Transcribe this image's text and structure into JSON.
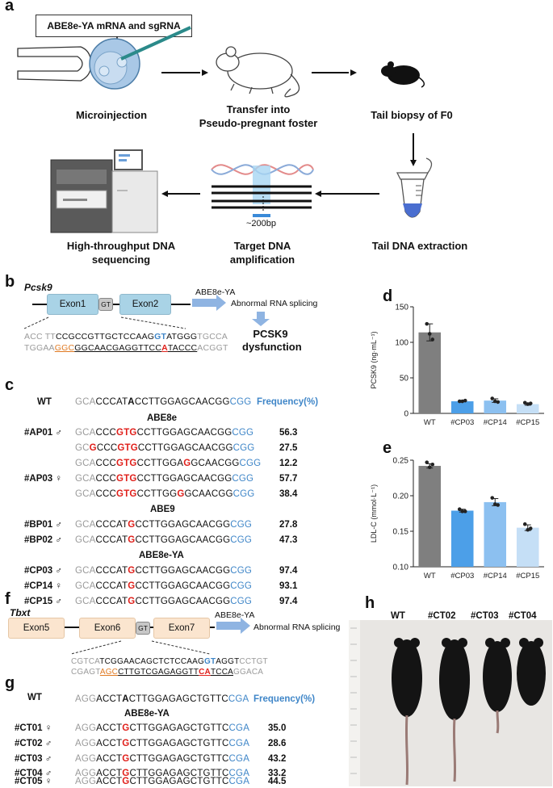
{
  "panel_letters": {
    "a": "a",
    "b": "b",
    "c": "c",
    "d": "d",
    "e": "e",
    "f": "f",
    "g": "g",
    "h": "h"
  },
  "panel_a": {
    "injected_label": "ABE8e-YA mRNA and sgRNA",
    "steps": {
      "microinjection": "Microinjection",
      "transfer": "Transfer into\nPseudo-pregnant foster",
      "tail_biopsy": "Tail biopsy of F0",
      "tail_dna": "Tail DNA extraction",
      "amplification": "Target DNA\namplification",
      "sequencing": "High-throughput DNA\nsequencing"
    },
    "amplicon_size": "~200bp"
  },
  "panel_b": {
    "gene": "Pcsk9",
    "exon1": "Exon1",
    "exon2": "Exon2",
    "gt": "GT",
    "editor": "ABE8e-YA",
    "effect": "Abnormal RNA splicing",
    "outcome": "PCSK9\ndysfunction",
    "top_strand": [
      "ACC TT",
      "CCGCCGTTGCTCCAAG",
      "GT",
      "ATGGG",
      "TGCCA"
    ],
    "bottom_strand": [
      "TGGAA",
      "GGC",
      "GGCAACGAGGTTCC",
      "A",
      "TACCC",
      "ACGGT"
    ]
  },
  "panel_c": {
    "wt_label": "WT",
    "wt_seq": [
      "GCA",
      "CCCAT",
      "A",
      "CCTTGGAGCAACGG",
      "CGG"
    ],
    "frequency_header": "Frequency(%)",
    "groups": [
      {
        "editor": "ABE8e",
        "rows": [
          {
            "id": "#AP01 ♂",
            "seq": [
              "GCA",
              "CCC",
              "GTG",
              "CCTTGGAGCAACGG",
              "",
              "CGG"
            ],
            "freq": "56.3"
          },
          {
            "id": "",
            "seq": [
              "GC",
              "G",
              "CCC",
              "GTG",
              "CCTTGGAGCAACGG",
              "CGG"
            ],
            "freq": "27.5"
          },
          {
            "id": "",
            "seq": [
              "GCA",
              "CCC",
              "GTG",
              "CCTTGGA",
              "G",
              "GCAACGG",
              "CGG"
            ],
            "freq": "12.2"
          },
          {
            "id": "#AP03 ♀",
            "seq": [
              "GCA",
              "CCC",
              "GTG",
              "CCTTGGAGCAACGG",
              "",
              "CGG"
            ],
            "freq": "57.7"
          },
          {
            "id": "",
            "seq": [
              "GCA",
              "CCC",
              "GTG",
              "CCTTGG",
              "G",
              "GCAACGG",
              "CGG"
            ],
            "freq": "38.4"
          }
        ]
      },
      {
        "editor": "ABE9",
        "rows": [
          {
            "id": "#BP01 ♂",
            "seq": [
              "GCA",
              "CCCAT",
              "G",
              "CCTTGGAGCAACGG",
              "CGG"
            ],
            "freq": "27.8"
          },
          {
            "id": "#BP02 ♂",
            "seq": [
              "GCA",
              "CCCAT",
              "G",
              "CCTTGGAGCAACGG",
              "CGG"
            ],
            "freq": "47.3"
          }
        ]
      },
      {
        "editor": "ABE8e-YA",
        "rows": [
          {
            "id": "#CP03 ♂",
            "seq": [
              "GCA",
              "CCCAT",
              "G",
              "CCTTGGAGCAACGG",
              "CGG"
            ],
            "freq": "97.4"
          },
          {
            "id": "#CP14 ♀",
            "seq": [
              "GCA",
              "CCCAT",
              "G",
              "CCTTGGAGCAACGG",
              "CGG"
            ],
            "freq": "93.1"
          },
          {
            "id": "#CP15 ♂",
            "seq": [
              "GCA",
              "CCCAT",
              "G",
              "CCTTGGAGCAACGG",
              "CGG"
            ],
            "freq": "97.4"
          }
        ]
      }
    ]
  },
  "panel_f": {
    "gene": "Tbxt",
    "exon5": "Exon5",
    "exon6": "Exon6",
    "exon7": "Exon7",
    "gt": "GT",
    "editor": "ABE8e-YA",
    "effect": "Abnormal RNA splicing",
    "top_strand": [
      "CGTCA",
      "TCGGAACAGCTCTCCAAG",
      "GT",
      "AGGT",
      "CCTGT"
    ],
    "bottom_strand": [
      "CGAGT",
      "AGC",
      "CTTGTCGAGAGGTT",
      "CA",
      "TCCA",
      "GGACA"
    ]
  },
  "panel_g": {
    "wt_label": "WT",
    "wt_seq": [
      "AGG",
      "ACCT",
      "A",
      "CTTGGAGAGCTGTTC",
      "CGA"
    ],
    "frequency_header": "Frequency(%)",
    "editor": "ABE8e-YA",
    "rows": [
      {
        "id": "#CT01 ♀",
        "seq": [
          "AGG",
          "ACCT",
          "G",
          "CTTGGAGAGCTGTTC",
          "CGA"
        ],
        "freq": "35.0"
      },
      {
        "id": "#CT02 ♂",
        "seq": [
          "AGG",
          "ACCT",
          "G",
          "CTTGGAGAGCTGTTC",
          "CGA"
        ],
        "freq": "28.6"
      },
      {
        "id": "#CT03 ♂",
        "seq": [
          "AGG",
          "ACCT",
          "G",
          "CTTGGAGAGCTGTTC",
          "CGA"
        ],
        "freq": "43.2"
      },
      {
        "id": "#CT04 ♂",
        "seq": [
          "AGG",
          "ACCT",
          "G",
          "CTTGGAGAGCTGTTC",
          "CGA"
        ],
        "freq": "33.2"
      },
      {
        "id": "#CT05 ♀",
        "seq": [
          "AGG",
          "ACCT",
          "G",
          "CTTGGAGAGCTGTTC",
          "CGA"
        ],
        "freq": "44.5"
      }
    ]
  },
  "panel_h": {
    "labels": [
      "WT",
      "#CT02",
      "#CT03",
      "#CT04"
    ]
  },
  "chart_data": [
    {
      "panel": "d",
      "type": "bar",
      "categories": [
        "WT",
        "#CP03",
        "#CP14",
        "#CP15"
      ],
      "values": [
        114,
        17,
        18,
        13
      ],
      "points": [
        [
          126,
          112,
          104
        ],
        [
          17,
          17,
          18
        ],
        [
          21,
          17,
          16
        ],
        [
          15,
          13,
          14
        ]
      ],
      "errors": [
        12,
        0.5,
        2.5,
        1.5
      ],
      "colors": [
        "#7f7f7f",
        "#4c9fe8",
        "#8cc0f0",
        "#c5dff6"
      ],
      "ylabel": "PCSK9 (ng·mL⁻¹)",
      "ylim": [
        0,
        150
      ],
      "yticks": [
        0,
        50,
        100,
        150
      ]
    },
    {
      "panel": "e",
      "type": "bar",
      "categories": [
        "WT",
        "#CP03",
        "#CP14",
        "#CP15"
      ],
      "values": [
        0.242,
        0.179,
        0.191,
        0.155
      ],
      "points": [
        [
          0.247,
          0.24,
          0.244
        ],
        [
          0.181,
          0.178,
          0.178
        ],
        [
          0.197,
          0.188,
          0.187
        ],
        [
          0.16,
          0.152,
          0.154
        ]
      ],
      "errors": [
        0.003,
        0.002,
        0.005,
        0.004
      ],
      "colors": [
        "#7f7f7f",
        "#4c9fe8",
        "#8cc0f0",
        "#c5dff6"
      ],
      "ylabel": "LDL-C (mmol·L⁻¹)",
      "ylim": [
        0.1,
        0.25
      ],
      "yticks": [
        0.1,
        0.15,
        0.2,
        0.25
      ]
    }
  ]
}
